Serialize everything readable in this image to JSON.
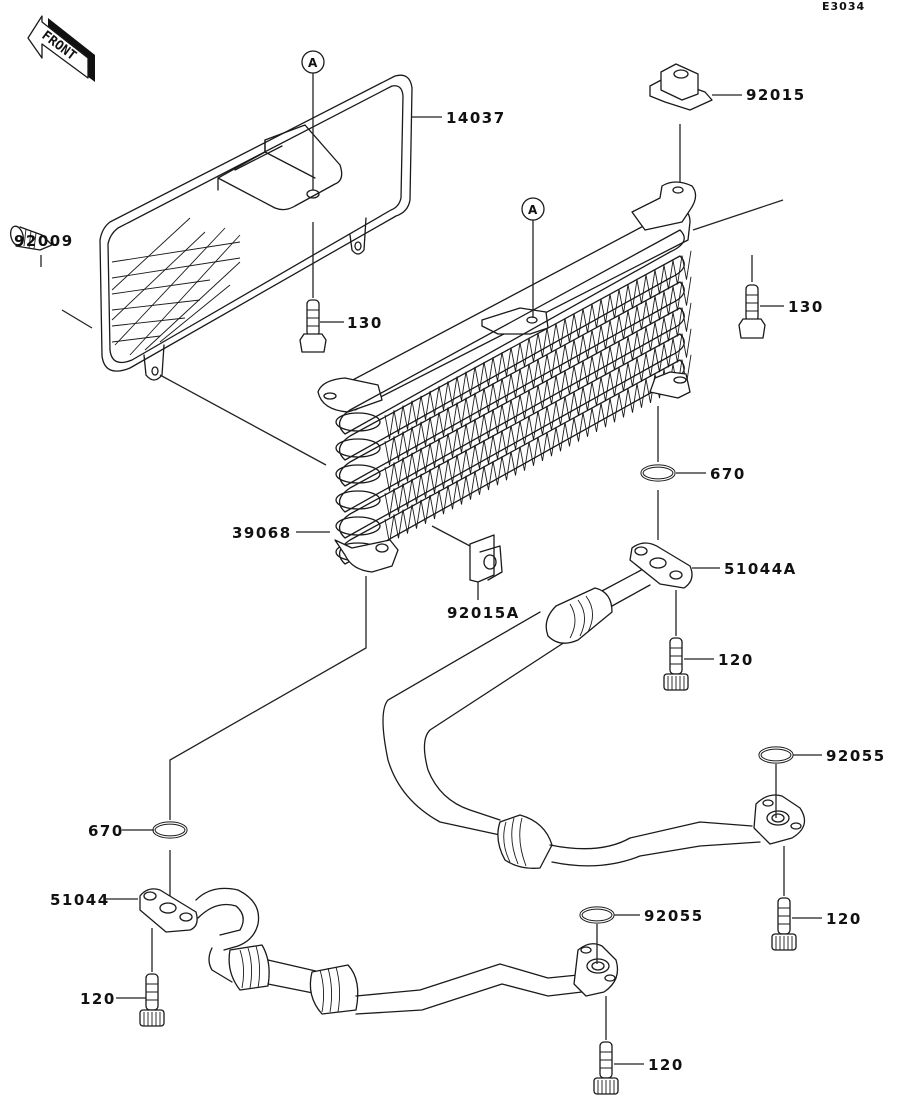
{
  "diagram": {
    "code": "E3034",
    "front_marker": "FRONT",
    "reference_marks": [
      "A",
      "A"
    ],
    "parts": {
      "p14037": "14037",
      "p92015": "92015",
      "p92009": "92009",
      "p130_left": "130",
      "p130_right": "130",
      "p670_top": "670",
      "p39068": "39068",
      "p51044A": "51044A",
      "p92015A": "92015A",
      "p120_top": "120",
      "p92055_right": "92055",
      "p120_right": "120",
      "p670_bottom": "670",
      "p51044": "51044",
      "p92055_bottom": "92055",
      "p120_left": "120",
      "p120_bottom": "120"
    }
  }
}
